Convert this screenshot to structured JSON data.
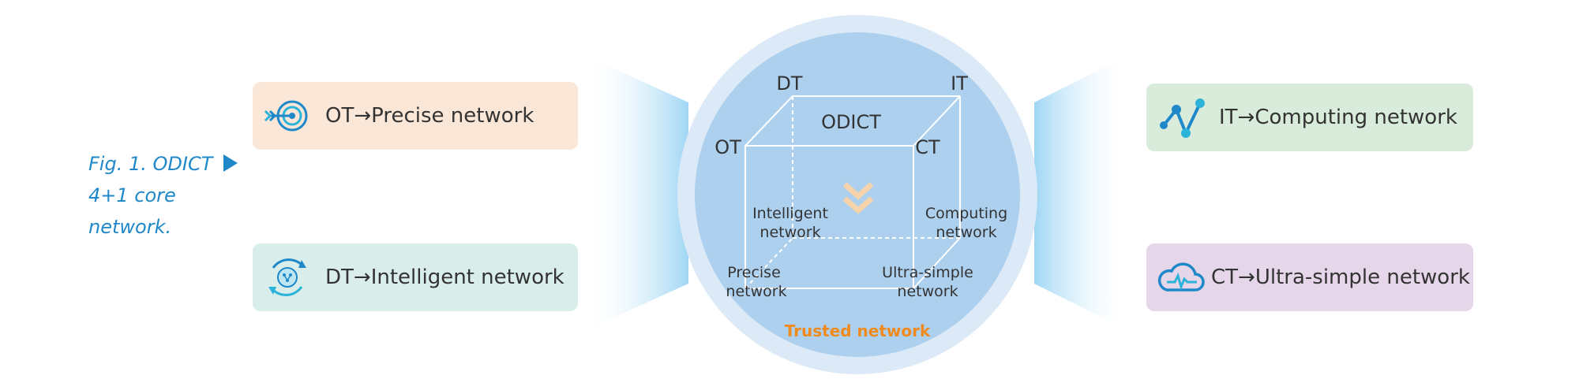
{
  "caption": {
    "line1": "Fig. 1. ODICT",
    "line2": "4+1 core",
    "line3": "network."
  },
  "pills": {
    "ot": {
      "label": "OT→Precise network",
      "icon": "target-icon",
      "color": "#fbe7d8"
    },
    "dt": {
      "label": "DT→Intelligent network",
      "icon": "ai-brain-cycle-icon",
      "color": "#d9eeea"
    },
    "it": {
      "label": "IT→Computing network",
      "icon": "node-graph-icon",
      "color": "#d9ecdb"
    },
    "ct": {
      "label": "CT→Ultra-simple network",
      "icon": "cloud-pulse-icon",
      "color": "#e6d6ea"
    }
  },
  "cube": {
    "title": "ODICT",
    "corners": {
      "dt": "DT",
      "it": "IT",
      "ot": "OT",
      "ct": "CT"
    },
    "intelligent": [
      "Intelligent",
      "network"
    ],
    "computing": [
      "Computing",
      "network"
    ],
    "precise": [
      "Precise",
      "network"
    ],
    "ultra": [
      "Ultra-simple",
      "network"
    ],
    "trusted": "Trusted network"
  },
  "colors": {
    "caption": "#1f88c9",
    "circle_outer": "#dceaf7",
    "circle_inner": "#add0ef",
    "trusted": "#ef8b1e",
    "chevron": "#f6d3aa"
  }
}
